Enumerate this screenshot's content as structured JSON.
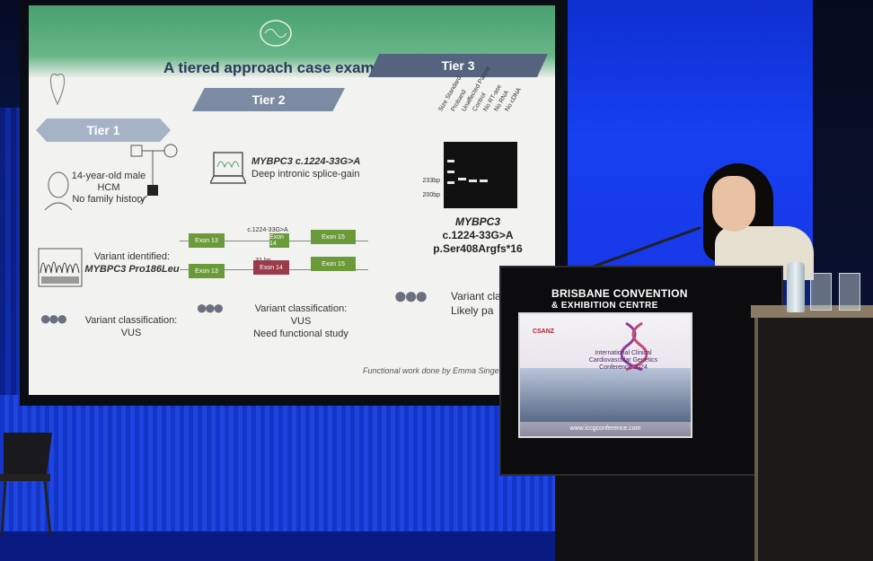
{
  "slide": {
    "title": "A tiered approach case example",
    "tiers": [
      "Tier 1",
      "Tier 2",
      "Tier 3"
    ],
    "tier1": {
      "patient": [
        "14-year-old male",
        "HCM",
        "No family history"
      ],
      "variant_label": "Variant identified:",
      "variant": "MYBPC3 Pro186Leu",
      "classification_label": "Variant classification:",
      "classification": "VUS"
    },
    "tier2": {
      "variant": "MYBPC3 c.1224-33G>A",
      "variant_desc": "Deep intronic splice-gain",
      "diagram_label": "c.1224-33G>A",
      "diagram_bp": "31 bp",
      "exons": [
        "Exon 13",
        "Exon 14",
        "Exon 15",
        "Exon 13",
        "Exon 14",
        "Exon 15"
      ],
      "classification_label": "Variant classification:",
      "classification": "VUS",
      "classification_note": "Need functional study"
    },
    "tier3": {
      "gel_lanes": [
        "Size Standard",
        "Proband",
        "Unaffected Parent",
        "Control",
        "No RT-ase",
        "No RNA",
        "No cDNA"
      ],
      "gel_markers": [
        "233bp",
        "200bp"
      ],
      "result": [
        "MYBPC3",
        "c.1224-33G>A",
        "p.Ser408Argfs*16"
      ],
      "classification_label": "Variant cla",
      "classification": "Likely pa"
    },
    "credit": "Functional work done by Emma Singer and F"
  },
  "podium": {
    "venue_line1": "BRISBANE CONVENTION",
    "venue_line2": "& EXHIBITION CENTRE",
    "poster_org": "CSANZ",
    "poster_title": [
      "International Clinical",
      "Cardiovascular Genetics",
      "Conference 2024"
    ],
    "poster_url": "www.iccgconference.com"
  },
  "colors": {
    "slide_header_green": "#49a070",
    "tier_arrow": "#7c8aa3",
    "stage_blue": "#1640f0",
    "podium_black": "#0c0c0e"
  }
}
